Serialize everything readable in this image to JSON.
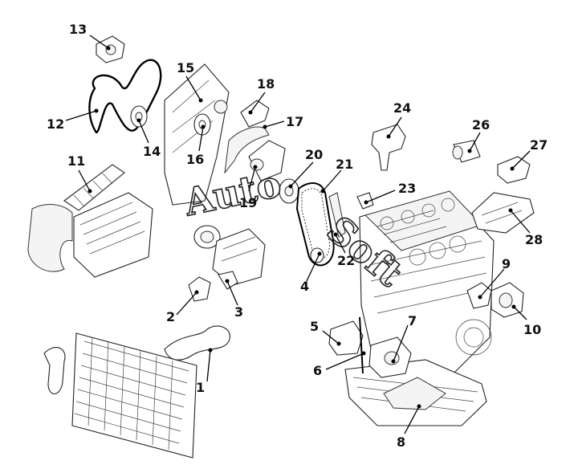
{
  "watermark": {
    "left": "Auto",
    "right": "Soft"
  },
  "callouts": [
    {
      "id": "1",
      "label": "1"
    },
    {
      "id": "2",
      "label": "2"
    },
    {
      "id": "3",
      "label": "3"
    },
    {
      "id": "4",
      "label": "4"
    },
    {
      "id": "5",
      "label": "5"
    },
    {
      "id": "6",
      "label": "6"
    },
    {
      "id": "7",
      "label": "7"
    },
    {
      "id": "8",
      "label": "8"
    },
    {
      "id": "9",
      "label": "9"
    },
    {
      "id": "10",
      "label": "10"
    },
    {
      "id": "11",
      "label": "11"
    },
    {
      "id": "12",
      "label": "12"
    },
    {
      "id": "13",
      "label": "13"
    },
    {
      "id": "14",
      "label": "14"
    },
    {
      "id": "15",
      "label": "15"
    },
    {
      "id": "16",
      "label": "16"
    },
    {
      "id": "17",
      "label": "17"
    },
    {
      "id": "18",
      "label": "18"
    },
    {
      "id": "19",
      "label": "19"
    },
    {
      "id": "20",
      "label": "20"
    },
    {
      "id": "21",
      "label": "21"
    },
    {
      "id": "22",
      "label": "22"
    },
    {
      "id": "23",
      "label": "23"
    },
    {
      "id": "24",
      "label": "24"
    },
    {
      "id": "26",
      "label": "26"
    },
    {
      "id": "27",
      "label": "27"
    },
    {
      "id": "28",
      "label": "28"
    }
  ]
}
